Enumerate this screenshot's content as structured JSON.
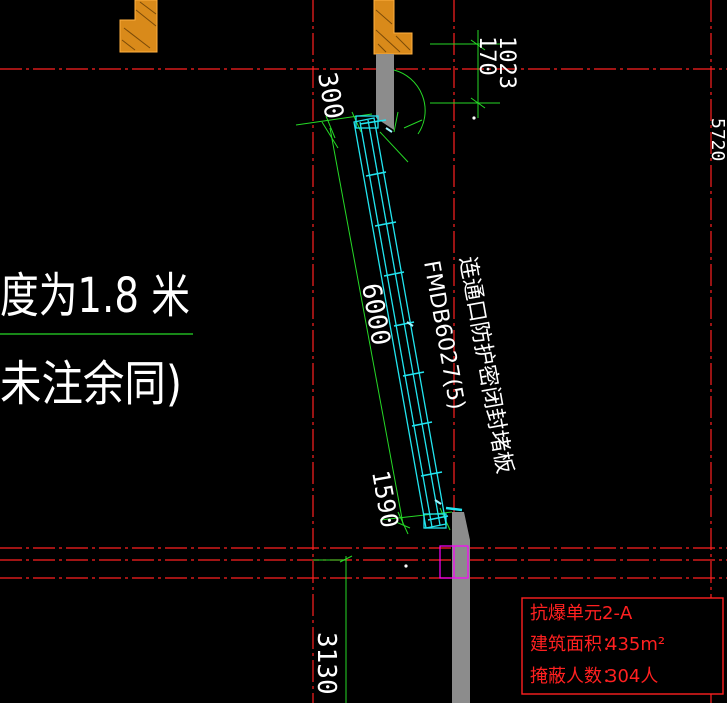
{
  "colors": {
    "background": "#000000",
    "axis_red": "#ff2020",
    "dim_green": "#26d926",
    "door_cyan": "#22e5f0",
    "wall_gray": "#8c8c8c",
    "hatch_orange": "#d98a1a",
    "magenta": "#ff00ff",
    "text_white": "#ffffff"
  },
  "notes": {
    "width_note": "度为1.8 米",
    "remark_note": "未注余同)"
  },
  "dimensions": {
    "top_opening": "300",
    "door_length": "6000",
    "bottom_opening": "1590",
    "right_small_1": "170",
    "right_small_2": "1023",
    "lower_left": "3130",
    "far_right": "5720"
  },
  "door_labels": {
    "model": "FMDB6027(5)",
    "description": "连通口防护密闭封堵板"
  },
  "info_box": {
    "title": "抗爆单元2-A",
    "area_label": "建筑面积：",
    "area_value": "435m²",
    "people_label": "掩蔽人数：",
    "people_value": "304人"
  }
}
